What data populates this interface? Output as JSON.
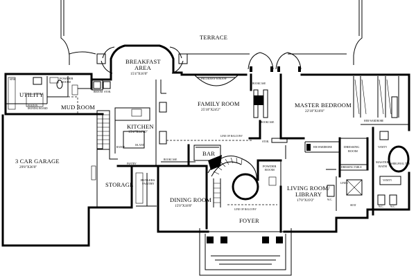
{
  "rooms": {
    "terrace": "TERRACE",
    "breakfast_area": {
      "name1": "BREAKFAST",
      "name2": "AREA",
      "dim": "15'4\"X16'0\""
    },
    "utility": "UTILITY",
    "powder_room_upper": {
      "name1": "POWDER",
      "name2": "ROOM"
    },
    "mud_room": "MUD ROOM",
    "family_room": {
      "name": "FAMILY ROOM",
      "dim": "25'10\"X24'2\""
    },
    "master_bedroom": {
      "name": "MASTER BEDROOM",
      "dim": "22'10\"X16'8\""
    },
    "kitchen": {
      "name": "KITCHEN",
      "dim": "15'4\"X14'10\""
    },
    "garage": {
      "name": "3 CAR GARAGE",
      "dim": "29'8\"X36'0\""
    },
    "bar": "BAR",
    "dressing_room": {
      "name1": "DRESSING",
      "name2": "ROOM"
    },
    "master_bath": {
      "name1": "MASTER",
      "name2": "BATH"
    },
    "storage": "STORAGE",
    "butlers_pantry": {
      "name1": "BUTLERS",
      "name2": "PANTRY"
    },
    "dining_room": {
      "name": "DINING ROOM",
      "dim": "15'0\"X18'0\""
    },
    "powder_room_lower": {
      "name1": "POWDER",
      "name2": "ROOM"
    },
    "living_room": {
      "name1": "LIVING ROOM/",
      "name2": "LIBRARY",
      "dim": "17'0\"X19'2\""
    },
    "foyer": "FOYER"
  },
  "notes": {
    "palladian_window": "PALLADIAN WINDOW",
    "line_of_balcony_upper": "LINE OF BALCONY",
    "line_of_balcony_lower": "LINE OF BALCONY",
    "bookcase_1": "BOOKCASE",
    "bookcase_2": "BOOKCASE",
    "bookcase_3": "BOOKCASE",
    "his_wardrobe": "HIS WARDROBE",
    "her_wardrobe": "HER WARDROBE",
    "dressing_table": "DRESSING TABLE",
    "vanity_1": "VANITY",
    "vanity_2": "VANITY",
    "whirlpool_tub": "WHIRLPOOL TUB",
    "linen": "LINEN",
    "seat": "SEAT",
    "wc_1": "W.C.",
    "wc_2": "W.C.",
    "wc_3": "W.C.",
    "pantry": "PANTRY",
    "range": "RANGE",
    "island": "ISLAND",
    "broom": "BROOM",
    "storage_note": "STOR.",
    "sink": "SINK",
    "laundry": "LAUNDRY",
    "fold_in": "FOLD IN",
    "ironing_board": "IRONING BOARD",
    "bookcase_lower": "BOOKCASE",
    "sto_stor": "STOR."
  }
}
